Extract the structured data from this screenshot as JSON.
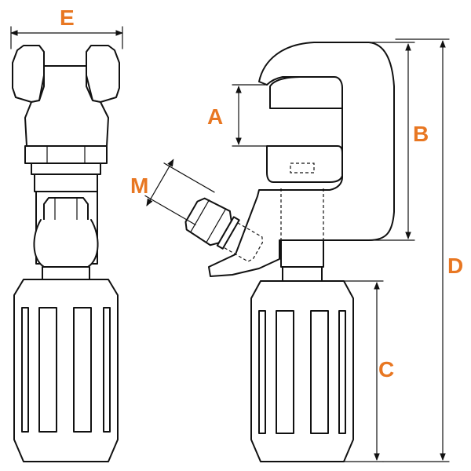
{
  "diagram": {
    "dimension_labels": {
      "a": "A",
      "b": "B",
      "c": "C",
      "d": "D",
      "e": "E",
      "m": "M"
    }
  },
  "colors": {
    "label": "#E87722",
    "line": "#111111",
    "background": "#ffffff"
  }
}
